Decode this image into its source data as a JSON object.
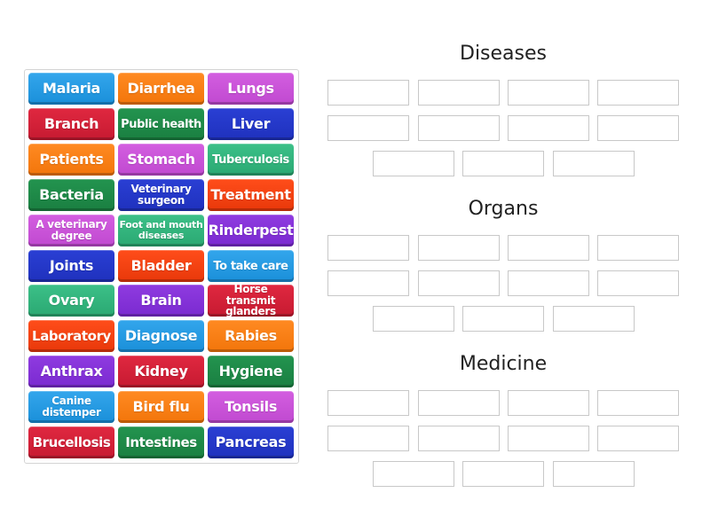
{
  "word_bank": {
    "tiles": [
      {
        "label": "Malaria",
        "color": "#1a8fd9"
      },
      {
        "label": "Diarrhea",
        "color": "#f2750a"
      },
      {
        "label": "Lungs",
        "color": "#c049d0"
      },
      {
        "label": "Branch",
        "color": "#c61a31"
      },
      {
        "label": "Public health",
        "color": "#1a7f41"
      },
      {
        "label": "Liver",
        "color": "#1f31bd"
      },
      {
        "label": "Patients",
        "color": "#f2750a"
      },
      {
        "label": "Stomach",
        "color": "#c049d0"
      },
      {
        "label": "Tuberculosis",
        "color": "#2aa872"
      },
      {
        "label": "Bacteria",
        "color": "#1a7f41"
      },
      {
        "label": "Veterinary surgeon",
        "color": "#1f31bd"
      },
      {
        "label": "Treatment",
        "color": "#e8380a"
      },
      {
        "label": "A veterinary degree",
        "color": "#c049d0"
      },
      {
        "label": "Foot and mouth diseases",
        "color": "#2aa872"
      },
      {
        "label": "Rinderpest",
        "color": "#7a2ad0"
      },
      {
        "label": "Joints",
        "color": "#1f31bd"
      },
      {
        "label": "Bladder",
        "color": "#e8380a"
      },
      {
        "label": "To take care",
        "color": "#1a8fd9"
      },
      {
        "label": "Ovary",
        "color": "#2aa872"
      },
      {
        "label": "Brain",
        "color": "#7a2ad0"
      },
      {
        "label": "Horse transmit glanders",
        "color": "#c61a31"
      },
      {
        "label": "Laboratory",
        "color": "#e8380a"
      },
      {
        "label": "Diagnose",
        "color": "#1a8fd9"
      },
      {
        "label": "Rabies",
        "color": "#f2750a"
      },
      {
        "label": "Anthrax",
        "color": "#7a2ad0"
      },
      {
        "label": "Kidney",
        "color": "#c61a31"
      },
      {
        "label": "Hygiene",
        "color": "#1a7f41"
      },
      {
        "label": "Canine distemper",
        "color": "#1a8fd9"
      },
      {
        "label": "Bird flu",
        "color": "#f2750a"
      },
      {
        "label": "Tonsils",
        "color": "#c049d0"
      },
      {
        "label": "Brucellosis",
        "color": "#c61a31"
      },
      {
        "label": "Intestines",
        "color": "#1a7f41"
      },
      {
        "label": "Pancreas",
        "color": "#1f31bd"
      }
    ]
  },
  "groups": [
    {
      "title": "Diseases",
      "slot_count": 11
    },
    {
      "title": "Organs",
      "slot_count": 11
    },
    {
      "title": "Medicine",
      "slot_count": 11
    }
  ]
}
